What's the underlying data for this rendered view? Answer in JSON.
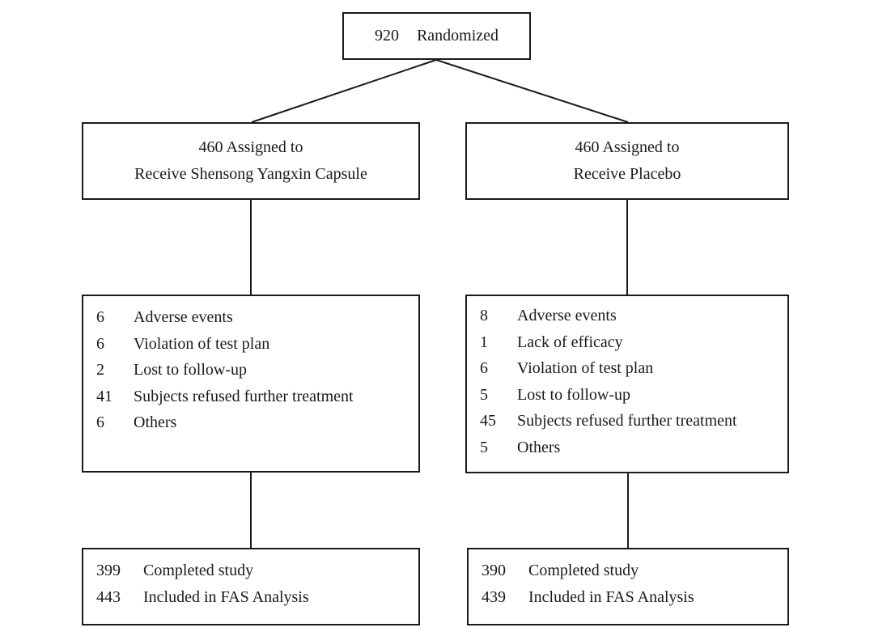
{
  "root": {
    "count": "920",
    "label": "Randomized"
  },
  "arms": [
    {
      "assigned_line1": "460 Assigned to",
      "assigned_line2": "Receive Shensong Yangxin Capsule",
      "reasons": [
        {
          "count": "6",
          "label": "Adverse events"
        },
        {
          "count": "6",
          "label": "Violation of test plan"
        },
        {
          "count": "2",
          "label": "Lost to follow-up"
        },
        {
          "count": "41",
          "label": "Subjects refused further treatment"
        },
        {
          "count": "6",
          "label": "Others"
        }
      ],
      "outcomes": [
        {
          "count": "399",
          "label": "Completed study"
        },
        {
          "count": "443",
          "label": "Included in FAS Analysis"
        }
      ]
    },
    {
      "assigned_line1": "460 Assigned to",
      "assigned_line2": "Receive Placebo",
      "reasons": [
        {
          "count": "8",
          "label": "Adverse events"
        },
        {
          "count": "1",
          "label": "Lack of efficacy"
        },
        {
          "count": "6",
          "label": "Violation of test plan"
        },
        {
          "count": "5",
          "label": "Lost to follow-up"
        },
        {
          "count": "45",
          "label": "Subjects refused further treatment"
        },
        {
          "count": "5",
          "label": "Others"
        }
      ],
      "outcomes": [
        {
          "count": "390",
          "label": "Completed study"
        },
        {
          "count": "439",
          "label": "Included in FAS Analysis"
        }
      ]
    }
  ]
}
